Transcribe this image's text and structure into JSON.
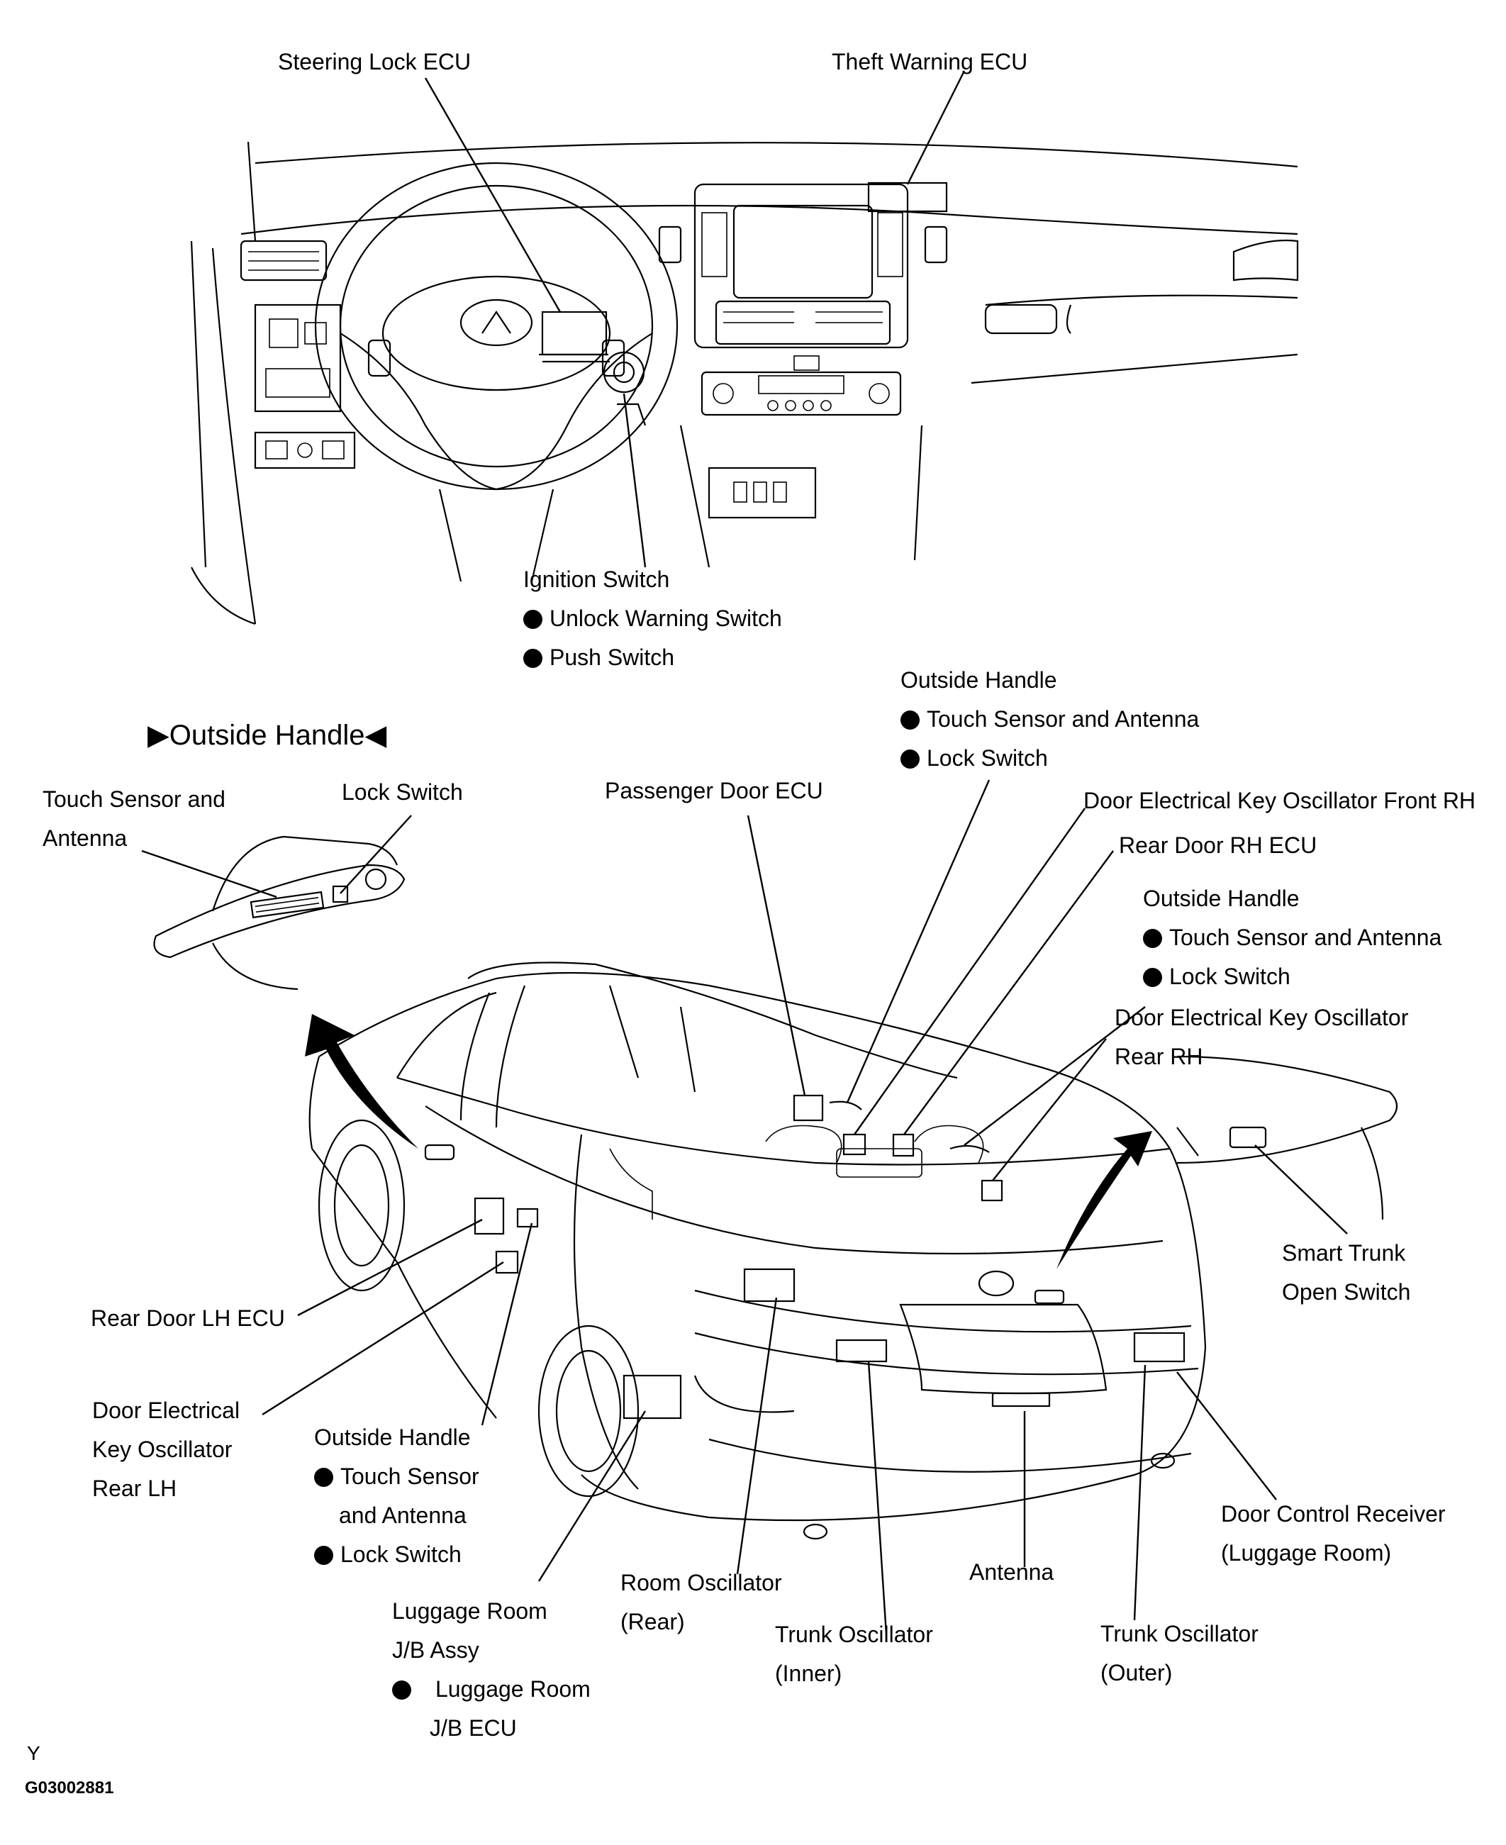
{
  "labels": {
    "steering_lock_ecu": "Steering Lock ECU",
    "theft_warning_ecu": "Theft Warning ECU",
    "ignition_switch": {
      "title": "Ignition Switch",
      "items": [
        "Unlock Warning Switch",
        "Push Switch"
      ]
    },
    "outside_handle_heading": "▶Outside Handle◀",
    "inset_touch_sensor": [
      "Touch Sensor and",
      "Antenna"
    ],
    "inset_lock_switch": "Lock Switch",
    "passenger_door_ecu": "Passenger Door ECU",
    "outside_handle_front_rh": {
      "title": "Outside Handle",
      "items": [
        "Touch Sensor and Antenna",
        "Lock Switch"
      ]
    },
    "door_osc_front_rh": "Door Electrical Key Oscillator Front RH",
    "rear_door_rh_ecu": "Rear Door RH ECU",
    "outside_handle_rear_rh": {
      "title": "Outside Handle",
      "items": [
        "Touch Sensor and Antenna",
        "Lock Switch"
      ]
    },
    "door_osc_rear_rh": [
      "Door Electrical Key Oscillator",
      "Rear RH"
    ],
    "smart_trunk_switch": [
      "Smart Trunk",
      "Open Switch"
    ],
    "rear_door_lh_ecu": "Rear Door LH ECU",
    "door_osc_rear_lh": [
      "Door Electrical",
      "Key Oscillator",
      "Rear LH"
    ],
    "outside_handle_rear_lh": {
      "title": "Outside Handle",
      "item1": "Touch Sensor",
      "item1_cont": "and Antenna",
      "item2": "Lock Switch"
    },
    "luggage_jb": {
      "line1": "Luggage Room",
      "line2": "J/B Assy",
      "item": "Luggage Room",
      "item_cont": "J/B ECU"
    },
    "room_oscillator": [
      "Room Oscillator",
      "(Rear)"
    ],
    "trunk_osc_inner": [
      "Trunk Oscillator",
      "(Inner)"
    ],
    "antenna": "Antenna",
    "trunk_osc_outer": [
      "Trunk Oscillator",
      "(Outer)"
    ],
    "door_control_receiver": [
      "Door Control Receiver",
      "(Luggage Room)"
    ]
  },
  "footer": {
    "code1": "Y",
    "code2": "G03002881"
  }
}
